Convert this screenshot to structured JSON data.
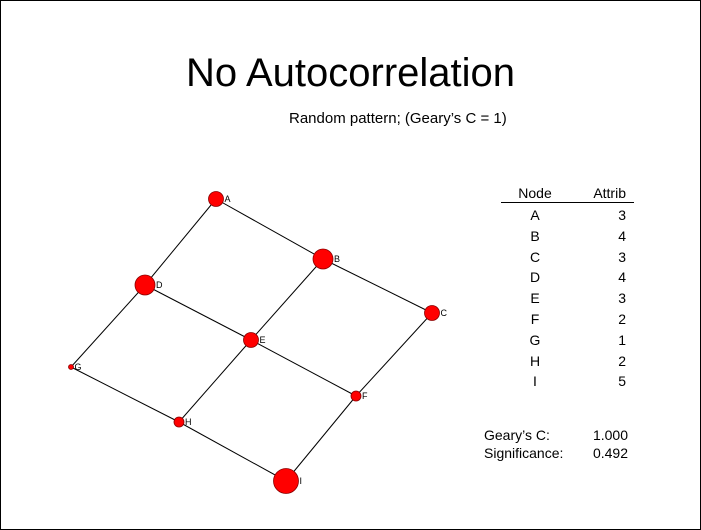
{
  "title": "No Autocorrelation",
  "subtitle": "Random pattern; (Geary’s C = 1)",
  "graph": {
    "node_color": "#ff0000",
    "nodes": [
      {
        "id": "A",
        "attrib": 3
      },
      {
        "id": "B",
        "attrib": 4
      },
      {
        "id": "C",
        "attrib": 3
      },
      {
        "id": "D",
        "attrib": 4
      },
      {
        "id": "E",
        "attrib": 3
      },
      {
        "id": "F",
        "attrib": 2
      },
      {
        "id": "G",
        "attrib": 1
      },
      {
        "id": "H",
        "attrib": 2
      },
      {
        "id": "I",
        "attrib": 5
      }
    ],
    "edges": [
      [
        "A",
        "B"
      ],
      [
        "B",
        "C"
      ],
      [
        "D",
        "E"
      ],
      [
        "E",
        "F"
      ],
      [
        "G",
        "H"
      ],
      [
        "H",
        "I"
      ],
      [
        "A",
        "D"
      ],
      [
        "D",
        "G"
      ],
      [
        "B",
        "E"
      ],
      [
        "E",
        "H"
      ],
      [
        "C",
        "F"
      ],
      [
        "F",
        "I"
      ]
    ]
  },
  "table": {
    "header_node": "Node",
    "header_attrib": "Attrib",
    "rows": [
      {
        "node": "A",
        "attrib": "3"
      },
      {
        "node": "B",
        "attrib": "4"
      },
      {
        "node": "C",
        "attrib": "3"
      },
      {
        "node": "D",
        "attrib": "4"
      },
      {
        "node": "E",
        "attrib": "3"
      },
      {
        "node": "F",
        "attrib": "2"
      },
      {
        "node": "G",
        "attrib": "1"
      },
      {
        "node": "H",
        "attrib": "2"
      },
      {
        "node": "I",
        "attrib": "5"
      }
    ]
  },
  "stats": {
    "geary_label": "Geary’s C:",
    "geary_value": "1.000",
    "significance_label": "Significance:",
    "significance_value": "0.492"
  }
}
